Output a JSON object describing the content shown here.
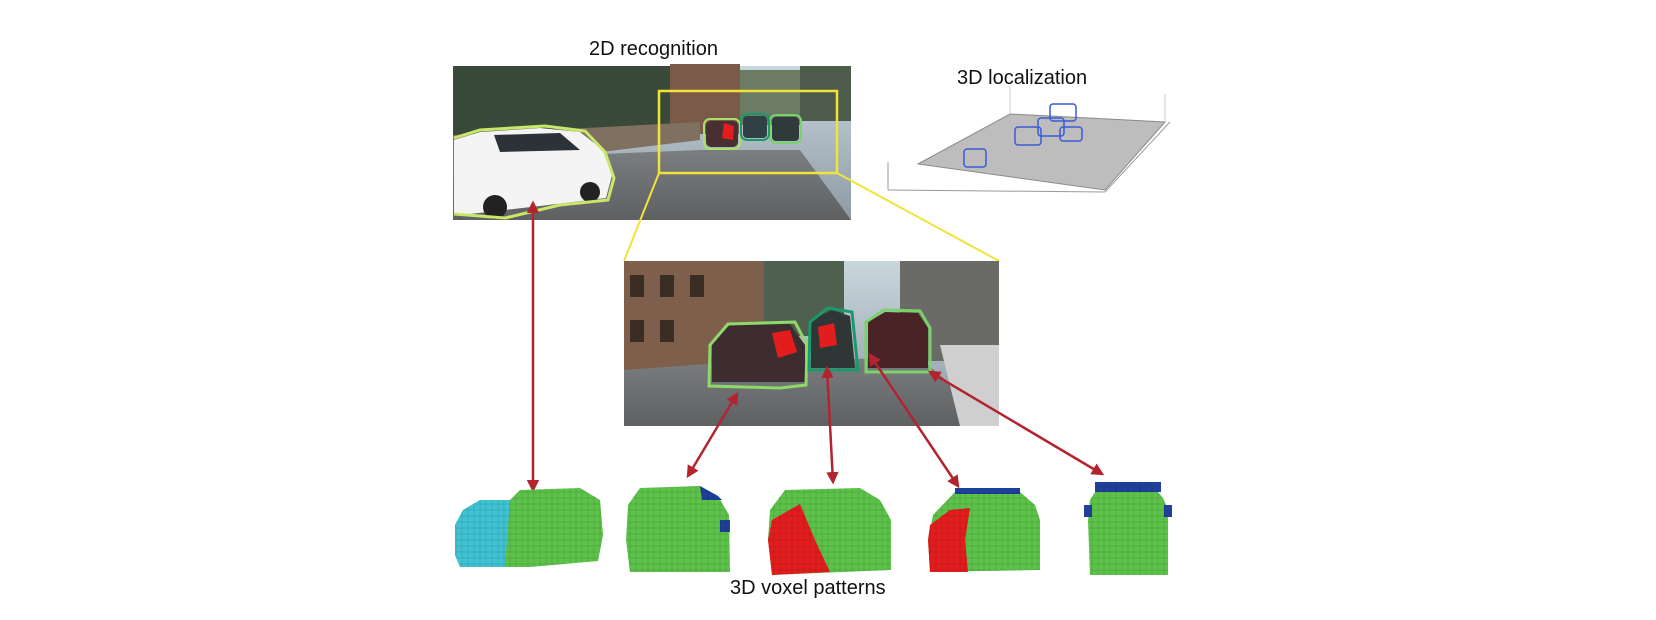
{
  "labels": {
    "recognition": "2D recognition",
    "localization": "3D localization",
    "voxel": "3D voxel patterns"
  },
  "colors": {
    "highlight_box": "#f2e33a",
    "arrow": "#b3242f",
    "outline_light": "#b9e35a",
    "outline_green": "#63c35a",
    "outline_teal": "#1a9a6a",
    "voxel_green": "#5cc24a",
    "voxel_red": "#e31d1d",
    "voxel_cyan": "#3fc3d3",
    "voxel_blue": "#1f3f9a",
    "plane_gray": "#bdbdbd",
    "wire_blue": "#3a5bd8"
  },
  "icons": [
    "road-scene-photo",
    "zoomed-road-photo",
    "3d-plot",
    "voxel-car"
  ]
}
